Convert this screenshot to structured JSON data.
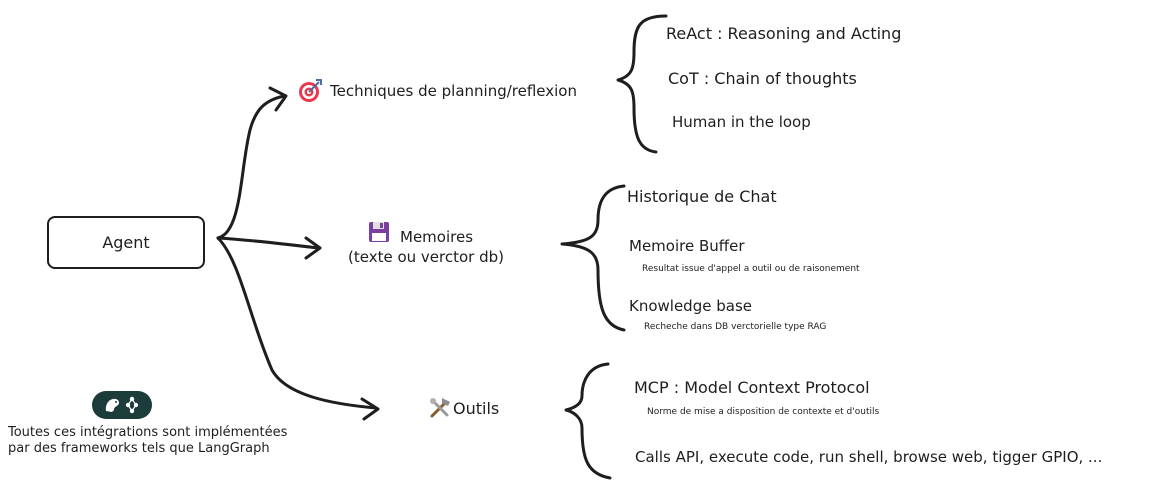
{
  "agent": {
    "label": "Agent"
  },
  "branches": {
    "planning": {
      "icon": "target-icon",
      "title": "Techniques de planning/reflexion",
      "items": [
        {
          "label": "ReAct : Reasoning and Acting"
        },
        {
          "label": "CoT : Chain of thoughts"
        },
        {
          "label": "Human in the loop"
        }
      ]
    },
    "memory": {
      "icon": "floppy-disk-icon",
      "title_line1": "Memoires",
      "title_line2": "(texte ou verctor db)",
      "items": [
        {
          "label": "Historique de Chat",
          "note": ""
        },
        {
          "label": "Memoire Buffer",
          "note": "Resultat issue d'appel a outil ou de raisonement"
        },
        {
          "label": "Knowledge base",
          "note": "Recheche dans DB verctorielle type RAG"
        }
      ]
    },
    "tools": {
      "icon": "tools-icon",
      "title": "Outils",
      "items": [
        {
          "label": "MCP : Model Context Protocol",
          "note": "Norme de mise a disposition de contexte et d'outils"
        },
        {
          "label": "Calls API, execute code, run shell, browse web, tigger GPIO, ...",
          "note": ""
        }
      ]
    }
  },
  "footer": {
    "logo": "langgraph-logo-icon",
    "line1": "Toutes ces intégrations sont implémentées",
    "line2": "par des frameworks tels que LangGraph"
  },
  "colors": {
    "ink": "#1e1e1e",
    "target_red": "#e8384f",
    "floppy_purple": "#7b3fa0",
    "logo_bg": "#1c3c3c"
  }
}
